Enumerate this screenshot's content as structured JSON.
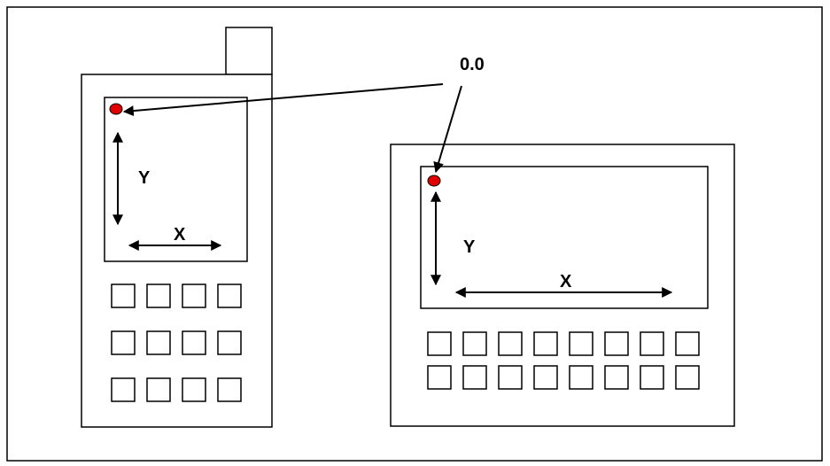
{
  "diagram": {
    "origin_label": "0.0",
    "colors": {
      "stroke": "#000000",
      "origin_dot": "#e00000"
    },
    "phone": {
      "x_label": "X",
      "y_label": "Y",
      "key_rows": 3,
      "key_cols": 4
    },
    "tablet": {
      "x_label": "X",
      "y_label": "Y",
      "key_rows": 2,
      "key_cols": 8
    }
  }
}
